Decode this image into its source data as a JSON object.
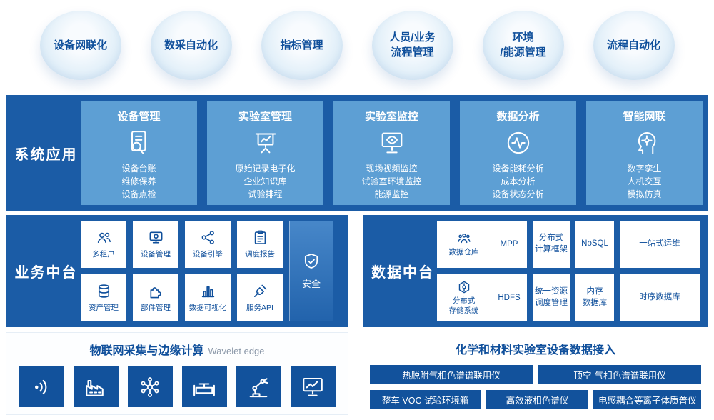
{
  "colors": {
    "panel_blue": "#1b5ca6",
    "app_card_blue": "#5d9fd4",
    "dark_tile_blue": "#12529c",
    "bubble_blue": "#d7e8f6",
    "heading_blue": "#0f4f9b",
    "subtitle_gray": "#8a97a8"
  },
  "bubbles": [
    {
      "lines": [
        "设备网联化"
      ]
    },
    {
      "lines": [
        "数采自动化"
      ]
    },
    {
      "lines": [
        "指标管理"
      ]
    },
    {
      "lines": [
        "人员/业务",
        "流程管理"
      ]
    },
    {
      "lines": [
        "环境",
        "/能源管理"
      ]
    },
    {
      "lines": [
        "流程自动化"
      ]
    }
  ],
  "apps": {
    "label": "系统应用",
    "cards": [
      {
        "title": "设备管理",
        "icon": "document-search-icon",
        "items": [
          "设备台账",
          "维修保养",
          "设备点检"
        ]
      },
      {
        "title": "实验室管理",
        "icon": "presentation-chart-icon",
        "items": [
          "原始记录电子化",
          "企业知识库",
          "试验排程"
        ]
      },
      {
        "title": "实验室监控",
        "icon": "monitor-eye-icon",
        "items": [
          "现场视频监控",
          "试验室环境监控",
          "能源监控"
        ]
      },
      {
        "title": "数据分析",
        "icon": "pulse-circle-icon",
        "items": [
          "设备能耗分析",
          "成本分析",
          "设备状态分析"
        ]
      },
      {
        "title": "智能网联",
        "icon": "smart-head-icon",
        "items": [
          "数字孪生",
          "人机交互",
          "模拟仿真"
        ]
      }
    ]
  },
  "business": {
    "label": "业务中台",
    "tiles": [
      {
        "label": "多租户",
        "icon": "users-icon"
      },
      {
        "label": "设备管理",
        "icon": "device-monitor-icon"
      },
      {
        "label": "设备引擎",
        "icon": "share-nodes-icon"
      },
      {
        "label": "调度报告",
        "icon": "clipboard-icon"
      },
      {
        "label": "资产管理",
        "icon": "database-icon"
      },
      {
        "label": "部件管理",
        "icon": "puzzle-icon"
      },
      {
        "label": "数据可视化",
        "icon": "bar-chart-icon"
      },
      {
        "label": "服务API",
        "icon": "plug-icon"
      }
    ],
    "security": {
      "label": "安全",
      "icon": "shield-icon"
    }
  },
  "data_platform": {
    "label": "数据中台",
    "rows": [
      {
        "combo": {
          "label_lines": [
            "数据仓库"
          ],
          "icon": "data-warehouse-icon",
          "right": "MPP"
        },
        "tiles": [
          {
            "lines": [
              "分布式",
              "计算框架"
            ]
          },
          {
            "lines": [
              "NoSQL"
            ]
          },
          {
            "lines": [
              "一站式运维"
            ]
          }
        ]
      },
      {
        "combo": {
          "label_lines": [
            "分布式",
            "存储系统"
          ],
          "icon": "distributed-storage-icon",
          "right": "HDFS"
        },
        "tiles": [
          {
            "lines": [
              "统一资源",
              "调度管理"
            ]
          },
          {
            "lines": [
              "内存",
              "数据库"
            ]
          },
          {
            "lines": [
              "时序数据库"
            ]
          }
        ]
      }
    ]
  },
  "iot": {
    "title": "物联网采集与边缘计算",
    "subtitle": "Wavelet edge",
    "tiles": [
      {
        "icon": "wireless-sensor-icon"
      },
      {
        "icon": "factory-icon"
      },
      {
        "icon": "network-nodes-icon"
      },
      {
        "icon": "pipeline-valve-icon"
      },
      {
        "icon": "robot-arm-icon"
      },
      {
        "icon": "monitor-chart-icon"
      }
    ]
  },
  "lab": {
    "title": "化学和材料实验室设备数据接入",
    "row1": [
      "热脱附气相色谱谱联用仪",
      "顶空-气相色谱谱联用仪"
    ],
    "row2": [
      "整车 VOC 试验环境箱",
      "高效液相色谱仪",
      "电感耦合等离子体质普仪"
    ]
  }
}
